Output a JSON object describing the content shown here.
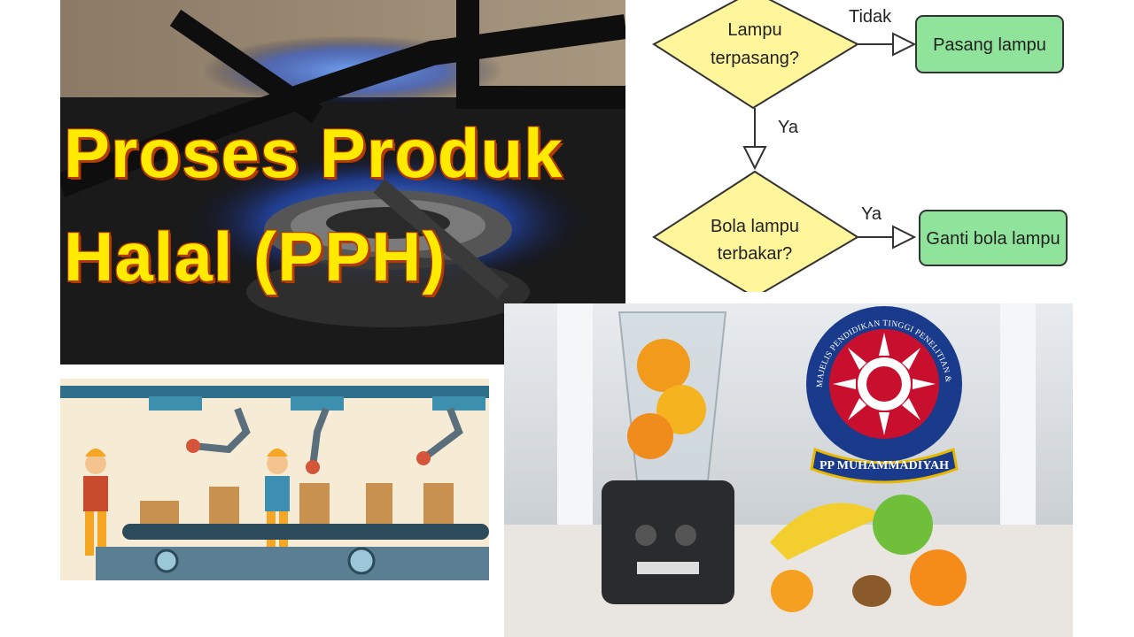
{
  "title": {
    "line1": "Proses Produk",
    "line2": "Halal (PPH)"
  },
  "flowchart": {
    "decision1": {
      "line1": "Lampu",
      "line2": "terpasang?"
    },
    "no_label": "Tidak",
    "action1": "Pasang lampu",
    "yes_label_1": "Ya",
    "decision2": {
      "line1": "Bola lampu",
      "line2": "terbakar?"
    },
    "yes_label_2": "Ya",
    "action2": "Ganti bola lampu"
  },
  "logo": {
    "ring_text": "MAJELIS PENDIDIKAN TINGGI PENELITIAN & PENGEMBANGAN",
    "banner": "PP MUHAMMADIYAH"
  },
  "images": {
    "stove": "gas-stove-flame-photo",
    "factory": "factory-assembly-line-illustration",
    "blender": "blender-and-fruits-photo"
  },
  "colors": {
    "title_fill": "#ffea00",
    "title_outline": "#b33a00",
    "decision_fill": "#fff59a",
    "action_fill": "#8fe39a",
    "logo_red": "#c8102e",
    "logo_blue": "#1a3a8c",
    "logo_gold": "#e6b800"
  }
}
